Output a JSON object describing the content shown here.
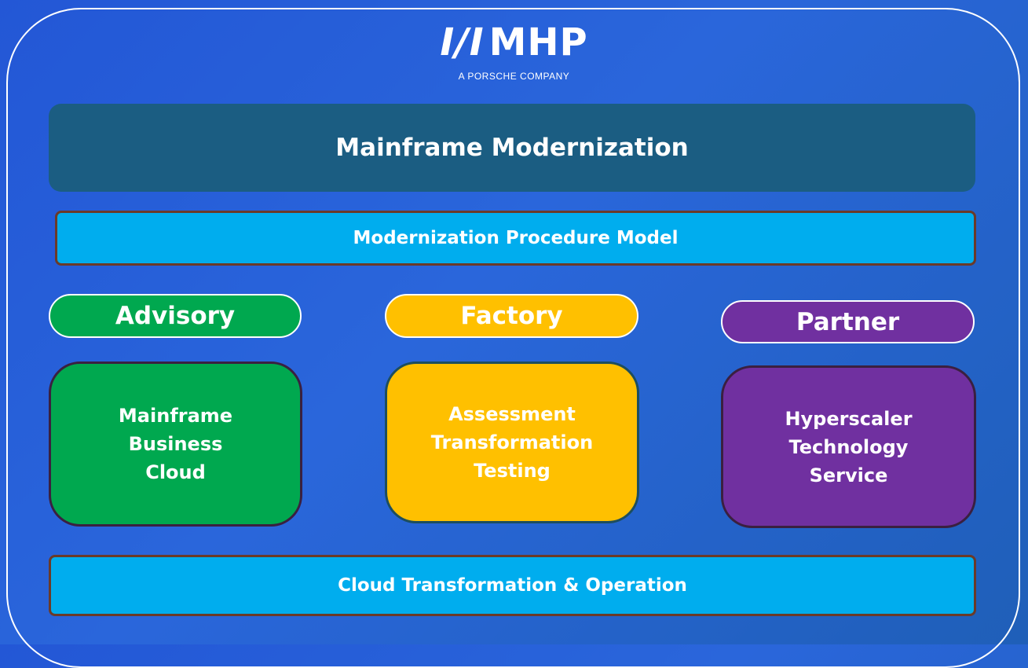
{
  "logo": {
    "mark_slashes": "I/I",
    "mark_text": "MHP",
    "subtitle": "A PORSCHE COMPANY"
  },
  "header": {
    "title": "Mainframe Modernization"
  },
  "procedure_band": {
    "label": "Modernization Procedure Model"
  },
  "pillars": [
    {
      "label": "Advisory",
      "color": "#00a84f",
      "items": [
        "Mainframe",
        "Business",
        "Cloud"
      ]
    },
    {
      "label": "Factory",
      "color": "#ffc000",
      "items": [
        "Assessment",
        "Transformation",
        "Testing"
      ]
    },
    {
      "label": "Partner",
      "color": "#7030a0",
      "items": [
        "Hyperscaler",
        "Technology",
        "Service"
      ]
    }
  ],
  "bottom_band": {
    "label": "Cloud Transformation & Operation"
  },
  "colors": {
    "background": "#2a66db",
    "banner": "#1b5d82",
    "band": "#00adee",
    "band_border": "#6b3a28"
  }
}
